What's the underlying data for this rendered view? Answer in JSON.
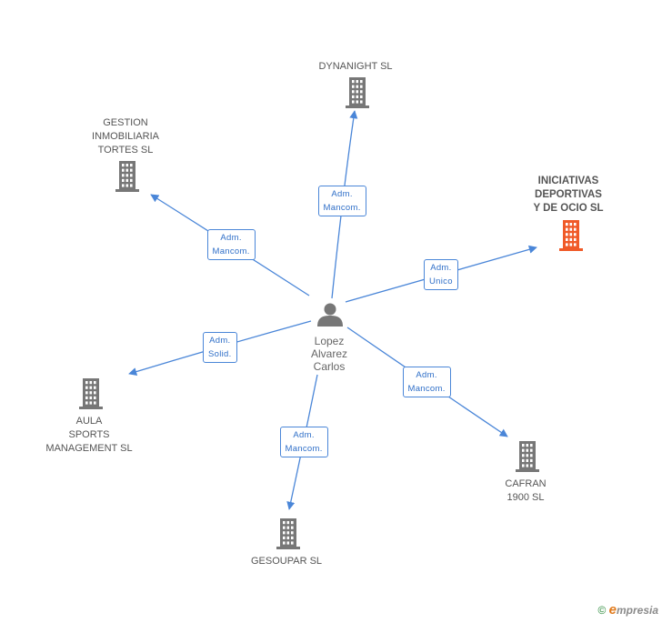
{
  "center": {
    "name": "Lopez\nAlvarez\nCarlos",
    "icon": "person-icon"
  },
  "companies": [
    {
      "id": "dynanight",
      "name": "DYNANIGHT SL",
      "highlight": false,
      "role": "Adm.\nMancom."
    },
    {
      "id": "gestion",
      "name": "GESTION\nINMOBILIARIA\nTORTES SL",
      "highlight": false,
      "role": "Adm.\nMancom."
    },
    {
      "id": "iniciativas",
      "name": "INICIATIVAS\nDEPORTIVAS\nY DE OCIO SL",
      "highlight": true,
      "role": "Adm.\nUnico"
    },
    {
      "id": "aula",
      "name": "AULA\nSPORTS\nMANAGEMENT SL",
      "highlight": false,
      "role": "Adm.\nSolid."
    },
    {
      "id": "cafran",
      "name": "CAFRAN\n1900 SL",
      "highlight": false,
      "role": "Adm.\nMancom."
    },
    {
      "id": "gesoupar",
      "name": "GESOUPAR SL",
      "highlight": false,
      "role": "Adm.\nMancom."
    }
  ],
  "colors": {
    "edge": "#4a86d8",
    "building": "#777777",
    "building_highlight": "#f05a28"
  },
  "footer": {
    "copyright": "©",
    "brand_e": "e",
    "brand_rest": "mpresia"
  }
}
